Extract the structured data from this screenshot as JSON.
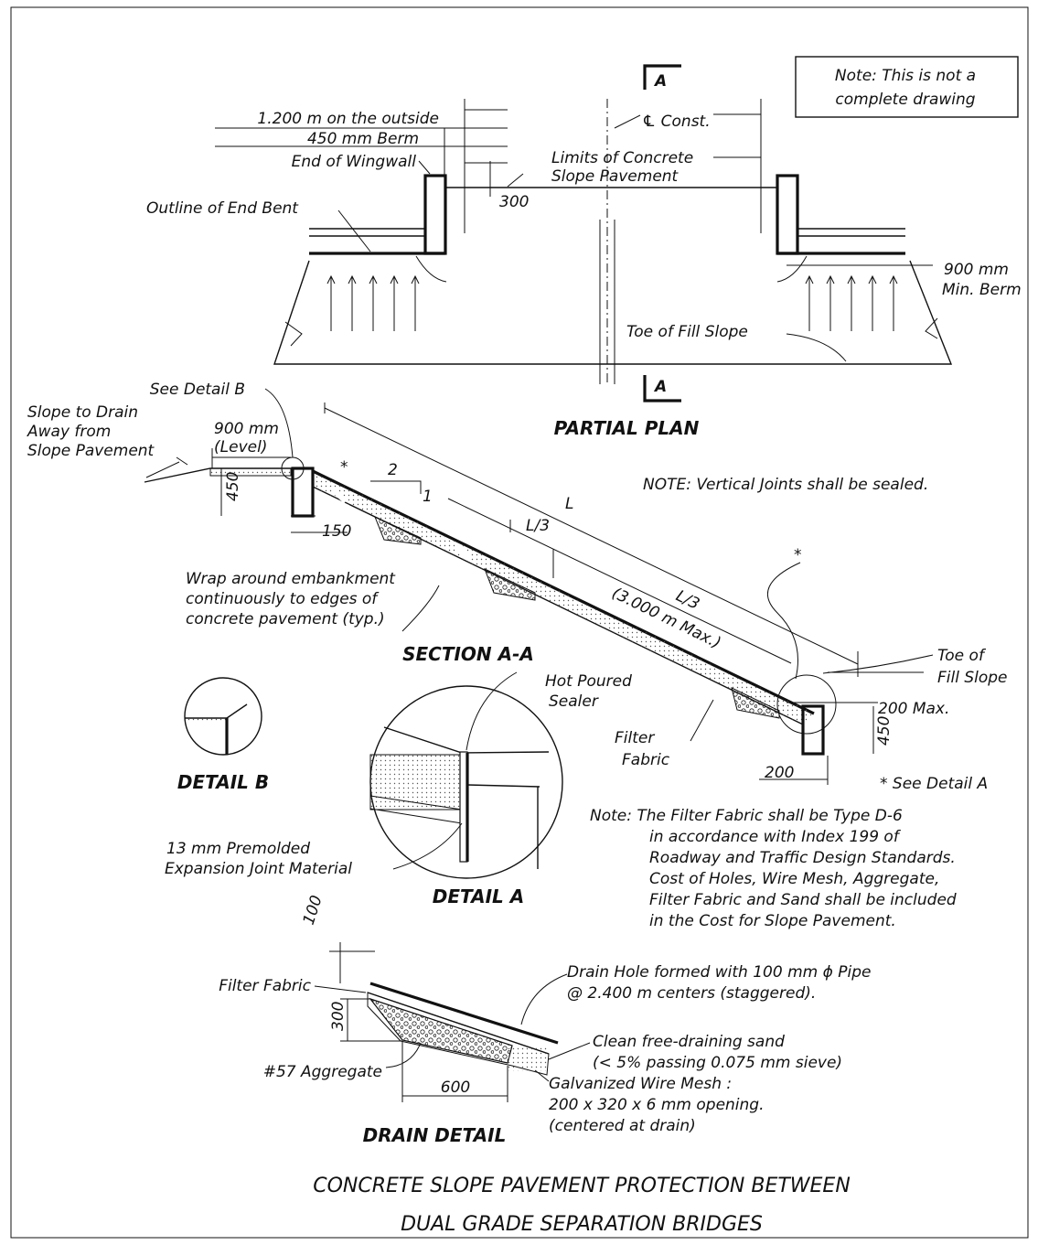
{
  "frame_note": {
    "line1": "Note: This is not a",
    "line2": "complete drawing"
  },
  "plan": {
    "section_mark_top": "A",
    "section_mark_bottom": "A",
    "label_outside_1": "1.200 m on the outside",
    "label_outside_2": "450 mm Berm",
    "label_end_wingwall": "End of Wingwall",
    "label_outline_bent": "Outline of End Bent",
    "label_const": "℄ Const.",
    "label_limits_1": "Limits of Concrete",
    "label_limits_2": "Slope Pavement",
    "dim_300": "300",
    "label_min_berm_1": "900 mm",
    "label_min_berm_2": "Min. Berm",
    "label_toe": "Toe of Fill Slope",
    "title": "PARTIAL PLAN"
  },
  "section": {
    "label_detail_b_ref": "See Detail B",
    "label_slope_drain_1": "Slope to Drain",
    "label_slope_drain_2": "Away from",
    "label_slope_drain_3": "Slope Pavement",
    "dim_900_1": "900 mm",
    "dim_900_2": "(Level)",
    "dim_450_left": "450",
    "dim_150": "150",
    "asterisk_left": "*",
    "slope_run": "2",
    "slope_rise": "1",
    "dim_L": "L",
    "dim_L3_a": "L/3",
    "dim_L3_b": "L/3",
    "dim_max": "(3.000 m Max.)",
    "asterisk_right": "*",
    "label_wrap_1": "Wrap around embankment",
    "label_wrap_2": "continuously to edges of",
    "label_wrap_3": "concrete pavement (typ.)",
    "title": "SECTION A-A",
    "label_toe_1": "Toe of",
    "label_toe_2": "Fill Slope",
    "dim_200_max": "200 Max.",
    "dim_450_right": "450",
    "dim_200": "200",
    "label_filter_1": "Filter",
    "label_filter_2": "Fabric",
    "label_see_detail_a": "* See Detail A",
    "note_vertical": "NOTE: Vertical Joints shall be sealed."
  },
  "detail_b": {
    "title": "DETAIL B"
  },
  "detail_a": {
    "label_hot_1": "Hot Poured",
    "label_hot_2": "Sealer",
    "label_joint_1": "13 mm Premolded",
    "label_joint_2": "Expansion Joint Material",
    "title": "DETAIL A"
  },
  "fabric_note": {
    "line1": "Note: The Filter Fabric shall be Type D-6",
    "line2": "in accordance with Index 199 of",
    "line3": "Roadway and Traffic Design Standards.",
    "line4": "Cost of Holes, Wire Mesh, Aggregate,",
    "line5": "Filter Fabric and Sand shall be included",
    "line6": "in the Cost for Slope Pavement."
  },
  "drain": {
    "dim_100": "100",
    "dim_300": "300",
    "dim_600": "600",
    "label_filter": "Filter Fabric",
    "label_aggregate": "#57 Aggregate",
    "label_hole_1": "Drain Hole formed with 100 mm ϕ Pipe",
    "label_hole_2": "@ 2.400 m centers (staggered).",
    "label_sand_1": "Clean free-draining sand",
    "label_sand_2": "(< 5% passing 0.075 mm sieve)",
    "label_mesh_1": "Galvanized Wire Mesh :",
    "label_mesh_2": "200 x 320 x 6 mm opening.",
    "label_mesh_3": "(centered at drain)",
    "title": "DRAIN DETAIL"
  },
  "sheet_title": {
    "line1": "CONCRETE SLOPE PAVEMENT PROTECTION BETWEEN",
    "line2": "DUAL GRADE SEPARATION BRIDGES"
  }
}
